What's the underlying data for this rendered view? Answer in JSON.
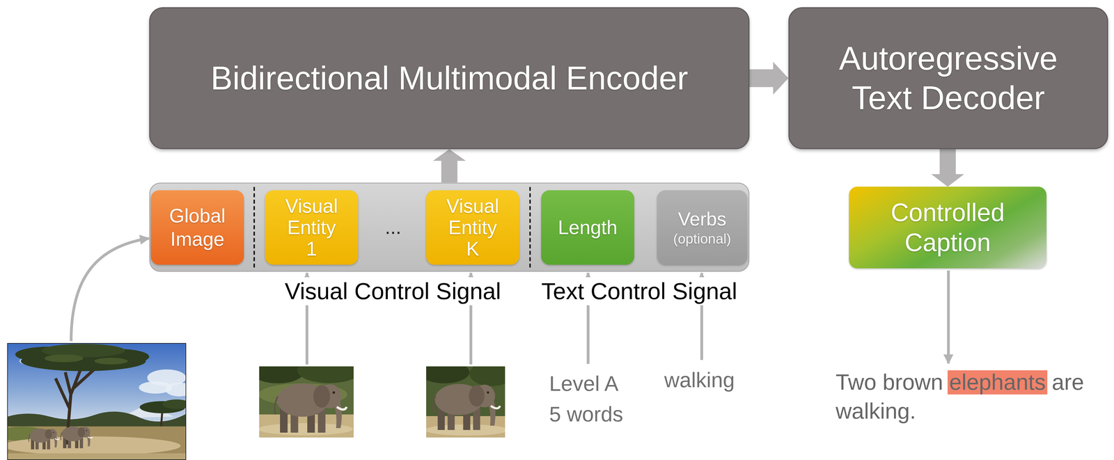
{
  "diagram": {
    "nodes": [
      {
        "text": [
          "Bidirectional Multimodal Encoder"
        ]
      },
      {
        "text": [
          "Autoregressive Text Decoder"
        ]
      },
      {
        "text": [
          "...",
          "Visual Control Signal",
          "Text Control Signal"
        ]
      },
      {
        "text": [
          "Global Image"
        ],
        "in": 2
      },
      {
        "text": [
          "Visual Entity 1"
        ],
        "in": 2
      },
      {
        "text": [
          "Visual Entity K"
        ],
        "in": 2
      },
      {
        "text": [
          "Length"
        ],
        "in": 2
      },
      {
        "text": [
          "Verbs",
          "(optional)"
        ],
        "in": 2
      },
      {
        "text": [
          "Controlled Caption"
        ]
      }
    ],
    "edges": [
      {
        "from": 2,
        "to": 0,
        "arrow": "to"
      },
      {
        "from": 0,
        "to": 1,
        "arrow": "to"
      },
      {
        "from": 1,
        "to": 8,
        "arrow": "to"
      }
    ],
    "labels": [
      "Level A 5 words",
      "walking",
      "Two brown elephants are walking."
    ]
  }
}
